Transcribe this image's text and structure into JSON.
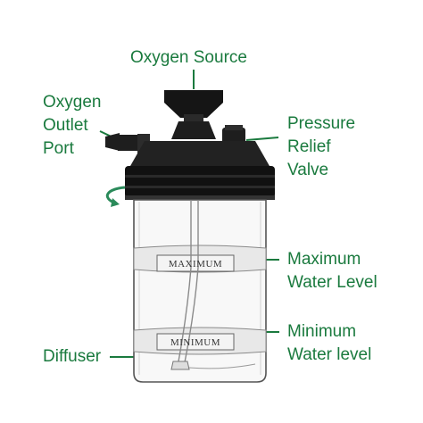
{
  "labels": {
    "oxygen_source": "Oxygen Source",
    "oxygen_outlet_port": [
      "Oxygen",
      "Outlet",
      "Port"
    ],
    "pressure_relief_valve": [
      "Pressure",
      "Relief",
      "Valve"
    ],
    "maximum_water_level": [
      "Maximum",
      "Water Level"
    ],
    "minimum_water_level": [
      "Minimum",
      "Water level"
    ],
    "diffuser": "Diffuser"
  },
  "bottle_marks": {
    "maximum": "MAXIMUM",
    "minimum": "MINIMUM"
  },
  "colors": {
    "label_text": "#1a7a3e",
    "leader_line": "#1a7a3e",
    "cap": "#151515",
    "bottle_outline": "#555555",
    "twist_arrow": "#2a8a5a"
  }
}
